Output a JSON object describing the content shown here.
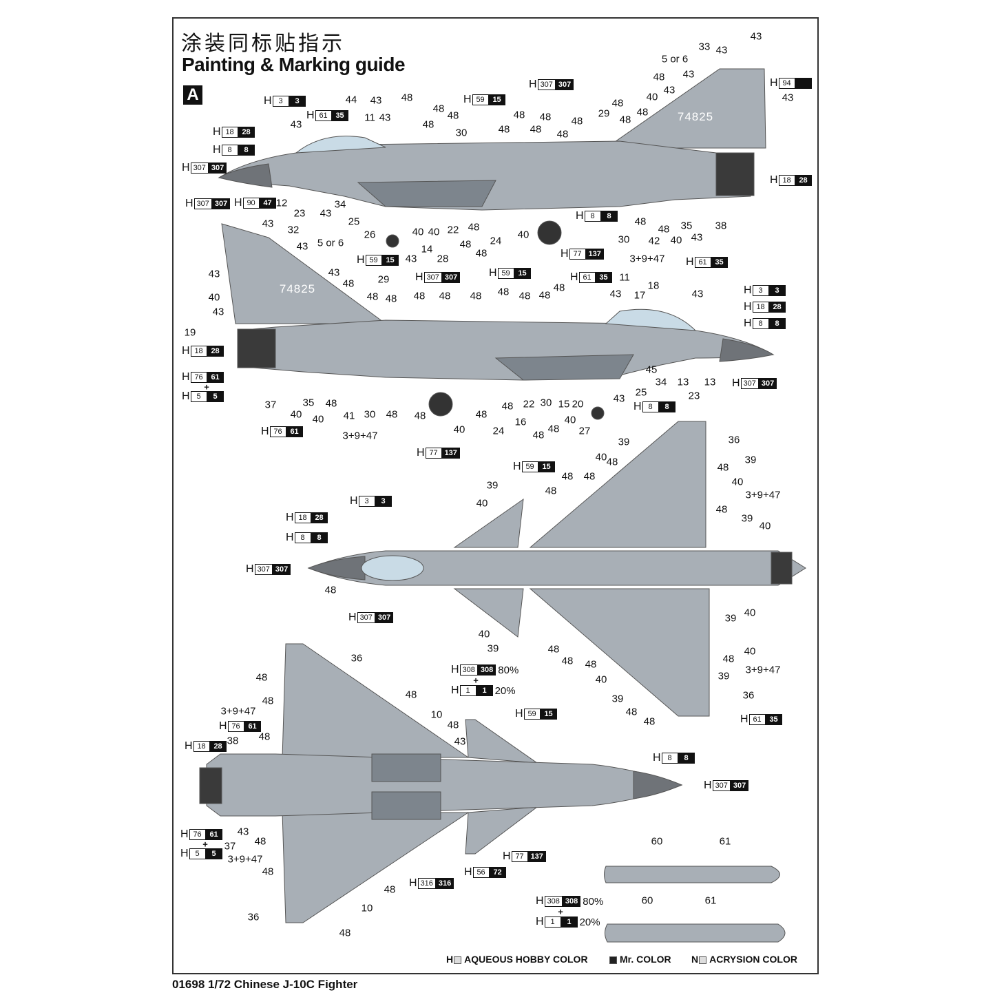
{
  "header": {
    "title_cn": "涂装同标贴指示",
    "title_en": "Painting & Marking guide",
    "scheme_badge": "A"
  },
  "aircraft_serial": "74825",
  "footer": "01698 1/72 Chinese J-10C Fighter",
  "legend": [
    {
      "prefix": "H",
      "label": "AQUEOUS HOBBY COLOR"
    },
    {
      "prefix": "",
      "label": "Mr. COLOR"
    },
    {
      "prefix": "N",
      "label": "ACRYSION COLOR"
    }
  ],
  "colors": {
    "airframe": "#a8afb6",
    "airframe_dark": "#7d858d",
    "canopy": "#c9dbe6",
    "exhaust": "#3a3a3a",
    "radome": "#6f7378"
  },
  "color_callouts": [
    {
      "h": "3",
      "mr": "3"
    },
    {
      "h": "61",
      "mr": "35"
    },
    {
      "h": "18",
      "mr": "28"
    },
    {
      "h": "8",
      "mr": "8"
    },
    {
      "h": "307",
      "mr": "307"
    },
    {
      "h": "59",
      "mr": "15"
    },
    {
      "h": "307",
      "mr": "307"
    },
    {
      "h": "94",
      "mr": ""
    },
    {
      "h": "18",
      "mr": "28"
    },
    {
      "h": "307",
      "mr": "307"
    },
    {
      "h": "90",
      "mr": "47"
    },
    {
      "h": "8",
      "mr": "8"
    },
    {
      "h": "77",
      "mr": "137"
    },
    {
      "h": "59",
      "mr": "15"
    },
    {
      "h": "61",
      "mr": "35"
    },
    {
      "h": "307",
      "mr": "307"
    },
    {
      "h": "59",
      "mr": "15"
    },
    {
      "h": "61",
      "mr": "35"
    },
    {
      "h": "3",
      "mr": "3"
    },
    {
      "h": "18",
      "mr": "28"
    },
    {
      "h": "8",
      "mr": "8"
    },
    {
      "h": "18",
      "mr": "28"
    },
    {
      "h": "76",
      "mr": "61"
    },
    {
      "h": "5",
      "mr": "5"
    },
    {
      "h": "307",
      "mr": "307"
    },
    {
      "h": "8",
      "mr": "8"
    },
    {
      "h": "76",
      "mr": "61"
    },
    {
      "h": "77",
      "mr": "137"
    },
    {
      "h": "59",
      "mr": "15"
    },
    {
      "h": "3",
      "mr": "3"
    },
    {
      "h": "18",
      "mr": "28"
    },
    {
      "h": "8",
      "mr": "8"
    },
    {
      "h": "307",
      "mr": "307"
    },
    {
      "h": "307",
      "mr": "307"
    },
    {
      "h": "61",
      "mr": "35"
    },
    {
      "h": "308",
      "mr": "308",
      "pct": "80%"
    },
    {
      "h": "1",
      "mr": "1",
      "pct": "20%"
    },
    {
      "h": "59",
      "mr": "15"
    },
    {
      "h": "76",
      "mr": "61"
    },
    {
      "h": "18",
      "mr": "28"
    },
    {
      "h": "8",
      "mr": "8"
    },
    {
      "h": "307",
      "mr": "307"
    },
    {
      "h": "76",
      "mr": "61"
    },
    {
      "h": "5",
      "mr": "5"
    },
    {
      "h": "77",
      "mr": "137"
    },
    {
      "h": "56",
      "mr": "72"
    },
    {
      "h": "316",
      "mr": "316"
    },
    {
      "h": "308",
      "mr": "308",
      "pct": "80%"
    },
    {
      "h": "1",
      "mr": "1",
      "pct": "20%"
    }
  ],
  "part_labels": [
    "43",
    "33",
    "43",
    "5 or 6",
    "48",
    "43",
    "43",
    "43",
    "44",
    "43",
    "48",
    "11",
    "43",
    "48",
    "48",
    "48",
    "30",
    "48",
    "48",
    "48",
    "48",
    "48",
    "48",
    "29",
    "48",
    "48",
    "48",
    "40",
    "43",
    "12",
    "23",
    "34",
    "43",
    "25",
    "26",
    "40",
    "40",
    "22",
    "48",
    "48",
    "24",
    "40",
    "43",
    "14",
    "28",
    "48",
    "30",
    "48",
    "48",
    "35",
    "40",
    "43",
    "38",
    "42",
    "3+9+47",
    "43",
    "32",
    "43",
    "5 or 6",
    "43",
    "40",
    "43",
    "19",
    "43",
    "48",
    "29",
    "48",
    "48",
    "48",
    "48",
    "48",
    "48",
    "48",
    "48",
    "48",
    "11",
    "18",
    "43",
    "17",
    "43",
    "45",
    "34",
    "25",
    "13",
    "23",
    "13",
    "37",
    "40",
    "35",
    "40",
    "48",
    "41",
    "30",
    "48",
    "48",
    "40",
    "48",
    "24",
    "48",
    "16",
    "22",
    "30",
    "48",
    "48",
    "15",
    "20",
    "40",
    "27",
    "43",
    "3+9+47",
    "39",
    "40",
    "48",
    "48",
    "48",
    "48",
    "39",
    "40",
    "36",
    "39",
    "48",
    "40",
    "3+9+47",
    "48",
    "39",
    "40",
    "48",
    "40",
    "39",
    "40",
    "39",
    "48",
    "48",
    "48",
    "40",
    "39",
    "48",
    "48",
    "40",
    "48",
    "3+9+47",
    "39",
    "36",
    "36",
    "48",
    "48",
    "48",
    "3+9+47",
    "10",
    "48",
    "38",
    "48",
    "43",
    "43",
    "37",
    "48",
    "3+9+47",
    "48",
    "48",
    "10",
    "36",
    "48",
    "60",
    "61",
    "60",
    "61"
  ]
}
